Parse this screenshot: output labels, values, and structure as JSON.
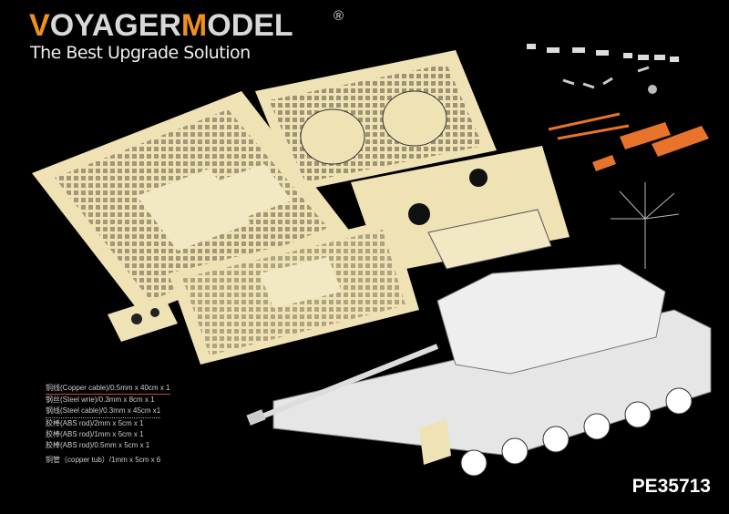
{
  "brand": {
    "name_first": "V",
    "name_mid1": "OYAGER",
    "name_m": "M",
    "name_rest": "ODEL",
    "registered": "®",
    "tagline": "The Best Upgrade Solution"
  },
  "materials": [
    "铜线(Copper cable)/0.5mm x 40cm x 1",
    "钢丝(Steel wrie)/0.3mm x 8cm x 1",
    "钢线(Steel cable)/0.3mm x 45cm x1",
    "胶棒(ABS rod)/2mm x 5cm x 1",
    "胶棒(ABS rod)/1mm x 5cm x 1",
    "胶棒(ABS rod)/0.5mm x 5cm x 1",
    "铜管（copper tub）/1mm x 5cm x 6"
  ],
  "product_code": "PE35713",
  "colors": {
    "accent": "#f0901e",
    "brass": "#efe2b4",
    "tank": "#e6e6e6",
    "rod": "#e8732a"
  }
}
